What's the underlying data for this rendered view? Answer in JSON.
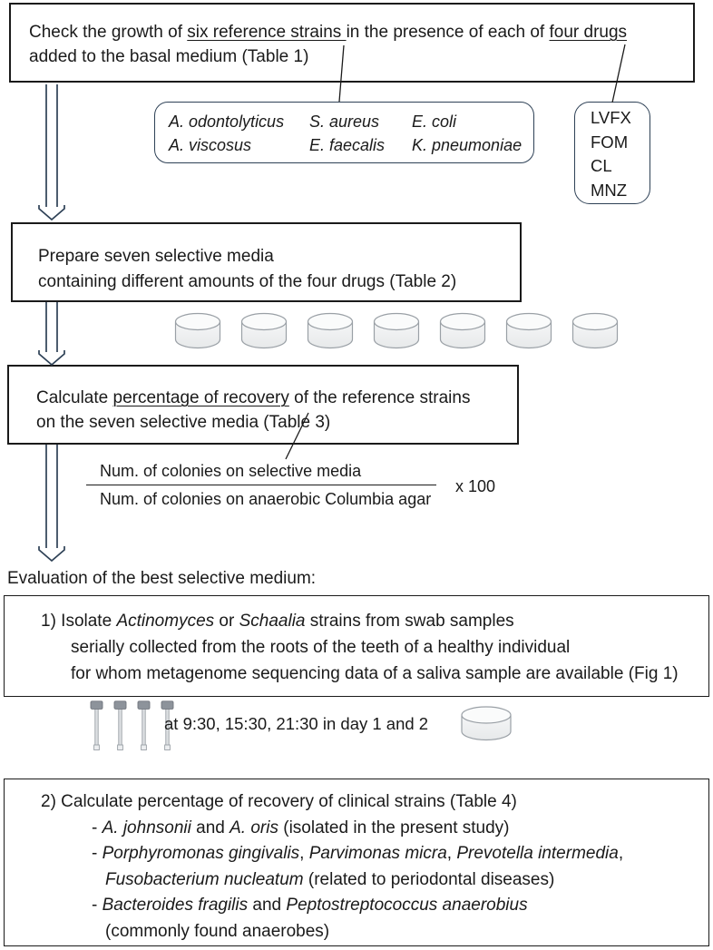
{
  "colors": {
    "accent": "#2e4156",
    "ink": "#1a1a1a",
    "dish_stroke": "#9aa0a6"
  },
  "step1": {
    "seg1": "Check the growth of ",
    "u1": "six reference strains ",
    "seg2": "in the presence of each of ",
    "u2": "four drugs",
    "line2": "added to the basal medium (Table 1)"
  },
  "reference_strains": {
    "rows": [
      [
        "A. odontolyticus",
        "S. aureus",
        "E. coli"
      ],
      [
        "A. viscosus",
        "E. faecalis",
        "K. pneumoniae"
      ]
    ]
  },
  "drugs": {
    "items": [
      "LVFX",
      "FOM",
      "CL",
      "MNZ"
    ]
  },
  "step2": {
    "line1": "Prepare seven selective media",
    "line2": "containing different amounts of the four drugs (Table 2)"
  },
  "step3": {
    "seg1": "Calculate ",
    "u1": "percentage of recovery",
    "seg2": " of the reference strains",
    "line2": "on the seven selective media (Table 3)"
  },
  "formula": {
    "numerator": "Num. of colonies on selective media",
    "denominator": "Num. of colonies on anaerobic Columbia agar",
    "multiplier": "x 100"
  },
  "evaluation": {
    "heading": "Evaluation of the best selective medium:"
  },
  "step4": {
    "l1s1": "1) Isolate ",
    "l1i1": "Actinomyces",
    "l1s2": " or ",
    "l1i2": "Schaalia",
    "l1s3": " strains from swab samples",
    "line2": "serially collected from the roots of the teeth of a healthy individual",
    "line3": "for whom metagenome sequencing data of a saliva sample are available (Fig 1)"
  },
  "sampling": {
    "note": "at 9:30, 15:30, 21:30 in day 1 and 2"
  },
  "step5": {
    "line1": "2) Calculate percentage of recovery of clinical strains (Table 4)",
    "l2s1": "- ",
    "l2i1": "A. johnsonii",
    "l2s2": " and ",
    "l2i2": "A. oris",
    "l2s3": " (isolated in the present study)",
    "l3s1": "- ",
    "l3i1": "Porphyromonas gingivalis",
    "l3s2": ", ",
    "l3i2": "Parvimonas micra",
    "l3s3": ", ",
    "l3i3": "Prevotella intermedia",
    "l3s4": ",",
    "l4i1": "Fusobacterium nucleatum",
    "l4s1": " (related to periodontal diseases)",
    "l5s1": "- ",
    "l5i1": "Bacteroides fragilis",
    "l5s2": " and ",
    "l5i2": "Peptostreptococcus anaerobius",
    "line6": "(commonly found anaerobes)"
  }
}
